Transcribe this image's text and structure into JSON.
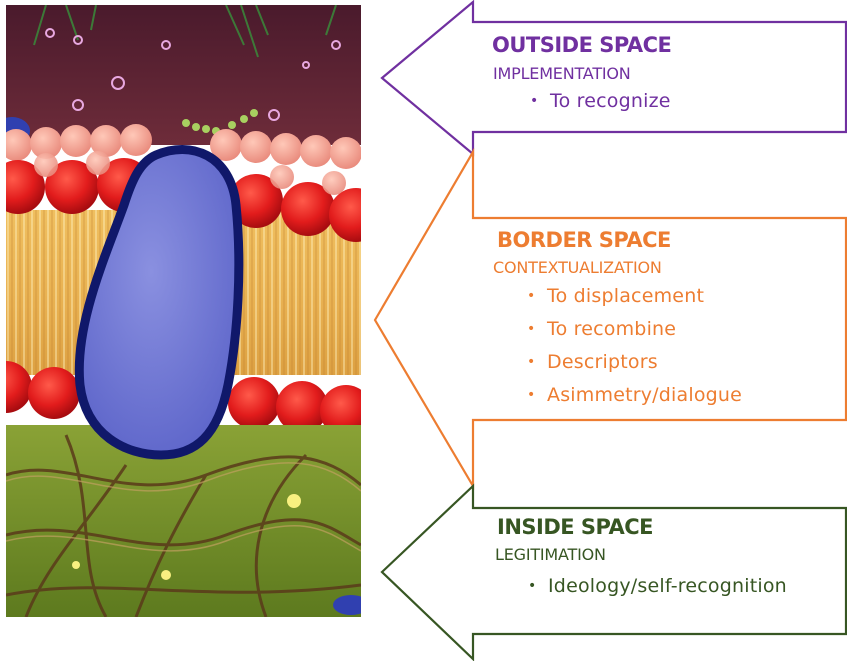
{
  "colors": {
    "outside": "#7030a0",
    "border": "#ed7d31",
    "inside": "#375623"
  },
  "image": {
    "icon": "cell-membrane-protein-illustration"
  },
  "outside": {
    "title": "OUTSIDE SPACE",
    "subtitle": "IMPLEMENTATION",
    "items": [
      "To recognize"
    ]
  },
  "border": {
    "title": "BORDER SPACE",
    "subtitle": "CONTEXTUALIZATION",
    "items": [
      "To displacement",
      "To recombine",
      "Descriptors",
      "Asimmetry/dialogue"
    ]
  },
  "inside": {
    "title": "INSIDE SPACE",
    "subtitle": "LEGITIMATION",
    "items": [
      "Ideology/self-recognition"
    ]
  },
  "bullet_glyph": "•"
}
